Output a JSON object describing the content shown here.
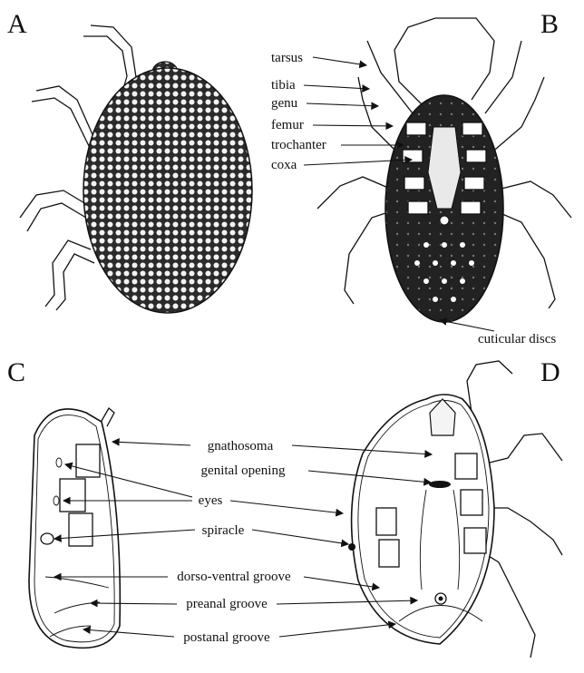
{
  "panels": {
    "a": {
      "letter": "A"
    },
    "b": {
      "letter": "B",
      "labels": {
        "tarsus": "tarsus",
        "tibia": "tibia",
        "genu": "genu",
        "femur": "femur",
        "trochanter": "trochanter",
        "coxa": "coxa",
        "cuticular_discs": "cuticular discs"
      }
    },
    "c": {
      "letter": "C"
    },
    "d": {
      "letter": "D"
    }
  },
  "shared_labels": {
    "gnathosoma": "gnathosoma",
    "genital_opening": "genital opening",
    "eyes": "eyes",
    "spiracle": "spiracle",
    "dorso_ventral_groove": "dorso-ventral groove",
    "preanal_groove": "preanal groove",
    "postanal_groove": "postanal groove"
  },
  "colors": {
    "ink": "#111111",
    "background": "#ffffff",
    "body_dark": "#2a2a2a"
  }
}
